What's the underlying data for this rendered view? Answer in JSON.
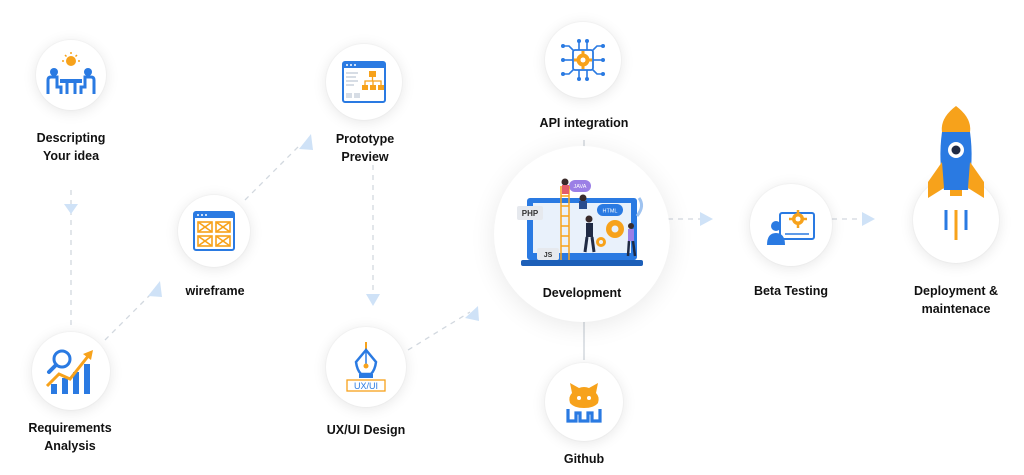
{
  "nodes": {
    "idea": {
      "line1": "Descripting",
      "line2": "Your idea",
      "icon": "meeting-idea-icon"
    },
    "requirements": {
      "line1": "Requirements",
      "line2": "Analysis",
      "icon": "analysis-chart-icon"
    },
    "wireframe": {
      "line1": "wireframe",
      "icon": "wireframe-icon"
    },
    "prototype": {
      "line1": "Prototype",
      "line2": "Preview",
      "icon": "prototype-sitemap-icon"
    },
    "uxui": {
      "line1": "UX/UI Design",
      "icon": "pen-tool-icon",
      "icon_text": "UX/UI"
    },
    "development": {
      "line1": "Development",
      "icon": "development-illustration",
      "badges": [
        "PHP",
        "JS",
        "JAVA",
        "HTML"
      ]
    },
    "api": {
      "line1": "API integration",
      "icon": "circuit-gear-icon"
    },
    "github": {
      "line1": "Github",
      "icon": "github-icon"
    },
    "beta": {
      "line1": "Beta Testing",
      "icon": "tester-screen-icon"
    },
    "deploy": {
      "line1": "Deployment &",
      "line2": "maintenace",
      "icon": "rocket-icon"
    }
  },
  "colors": {
    "blue": "#2a7ae2",
    "orange": "#f7a21b",
    "connector": "#cfd6de",
    "arrow": "#cfe2f7"
  }
}
